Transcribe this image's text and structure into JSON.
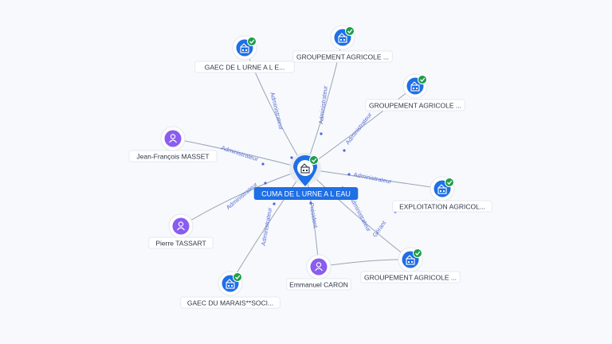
{
  "center": {
    "label": "CUMA DE L URNE A L EAU",
    "type": "company",
    "icon": "building-icon",
    "verified": true,
    "color": "#1f6fe5"
  },
  "nodes": [
    {
      "id": "n1",
      "label": "GAEC DE L URNE A L E...",
      "type": "company",
      "icon": "building-icon",
      "verified": true
    },
    {
      "id": "n2",
      "label": "GROUPEMENT AGRICOLE ...",
      "type": "company",
      "icon": "building-icon",
      "verified": true
    },
    {
      "id": "n3",
      "label": "GROUPEMENT AGRICOLE ...",
      "type": "company",
      "icon": "building-icon",
      "verified": true
    },
    {
      "id": "n4",
      "label": "Jean-François MASSET",
      "type": "person",
      "icon": "person-icon",
      "verified": false
    },
    {
      "id": "n5",
      "label": "EXPLOITATION AGRICOL...",
      "type": "company",
      "icon": "building-icon",
      "verified": true
    },
    {
      "id": "n6",
      "label": "Pierre TASSART",
      "type": "person",
      "icon": "person-icon",
      "verified": false
    },
    {
      "id": "n7",
      "label": "GROUPEMENT AGRICOLE ...",
      "type": "company",
      "icon": "building-icon",
      "verified": true
    },
    {
      "id": "n8",
      "label": "Emmanuel CARON",
      "type": "person",
      "icon": "person-icon",
      "verified": false
    },
    {
      "id": "n9",
      "label": "GAEC DU MARAIS**SOCI...",
      "type": "company",
      "icon": "building-icon",
      "verified": true
    }
  ],
  "edges": [
    {
      "from": "n1",
      "label": "Administrateur"
    },
    {
      "from": "n2",
      "label": "Administrateur"
    },
    {
      "from": "n3",
      "label": "Administrateur"
    },
    {
      "from": "n4",
      "label": "Administrateur"
    },
    {
      "from": "n5",
      "label": "Administrateur"
    },
    {
      "from": "n6",
      "label": "Administrateur"
    },
    {
      "from": "n8",
      "label": "Président"
    },
    {
      "from": "n9",
      "label": "Administrateur"
    },
    {
      "from": "n7",
      "label": "Administrateur"
    },
    {
      "from": "n8",
      "to": "n7",
      "label": "Gérant"
    }
  ],
  "colors": {
    "company": "#1f6fe5",
    "person": "#8a5cf0",
    "verified": "#1e9e4a",
    "edge_label": "#5b6fd6"
  }
}
